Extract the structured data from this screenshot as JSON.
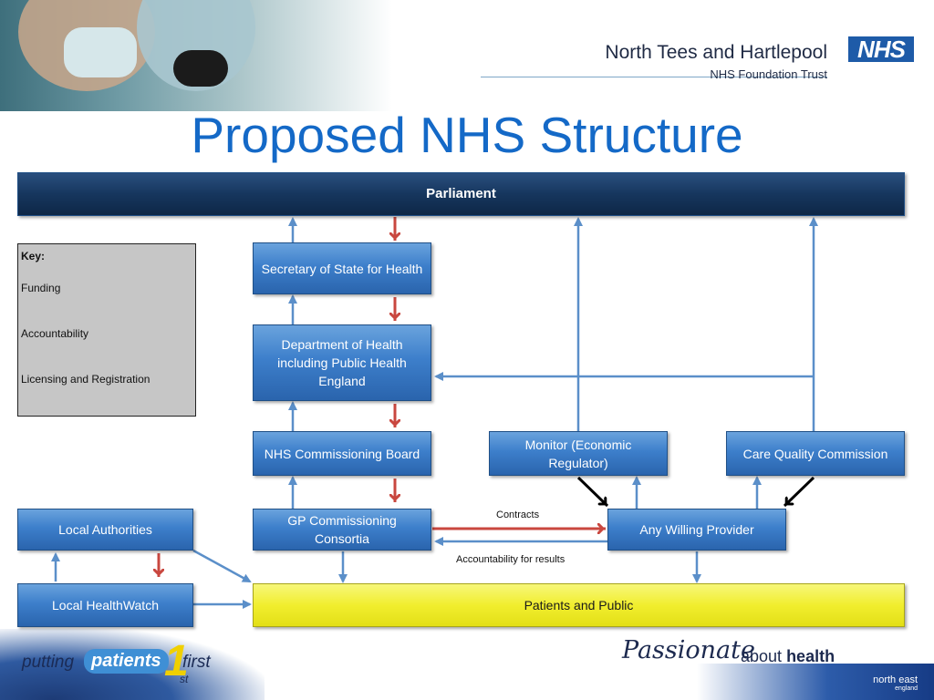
{
  "header": {
    "trust_name": "North Tees and Hartlepool",
    "trust_sub": "NHS Foundation Trust",
    "nhs_logo": "NHS"
  },
  "title": "Proposed NHS Structure",
  "key": {
    "heading": "Key:",
    "funding": "Funding",
    "accountability": "Accountability",
    "licensing": "Licensing and Registration"
  },
  "nodes": {
    "parliament": "Parliament",
    "sos": "Secretary of State for Health",
    "doh": "Department of Health including Public Health England",
    "ncb": "NHS Commissioning Board",
    "gp": "GP Commissioning Consortia",
    "monitor": "Monitor (Economic Regulator)",
    "cqc": "Care Quality Commission",
    "awp": "Any Willing Provider",
    "la": "Local Authorities",
    "lhw": "Local HealthWatch",
    "pp": "Patients and Public"
  },
  "edge_labels": {
    "contracts": "Contracts",
    "accountability_results": "Accountability for results"
  },
  "colors": {
    "funding": "#c9473f",
    "accountability": "#5b8fc9",
    "licensing": "#000000",
    "title": "#1469c7"
  },
  "footer": {
    "putting": "putting",
    "patients": "patients",
    "one": "1",
    "first": "first",
    "st": "st",
    "passionate": "Passionate",
    "about": "about",
    "health": "health",
    "north_east": "north east",
    "england": "england"
  }
}
